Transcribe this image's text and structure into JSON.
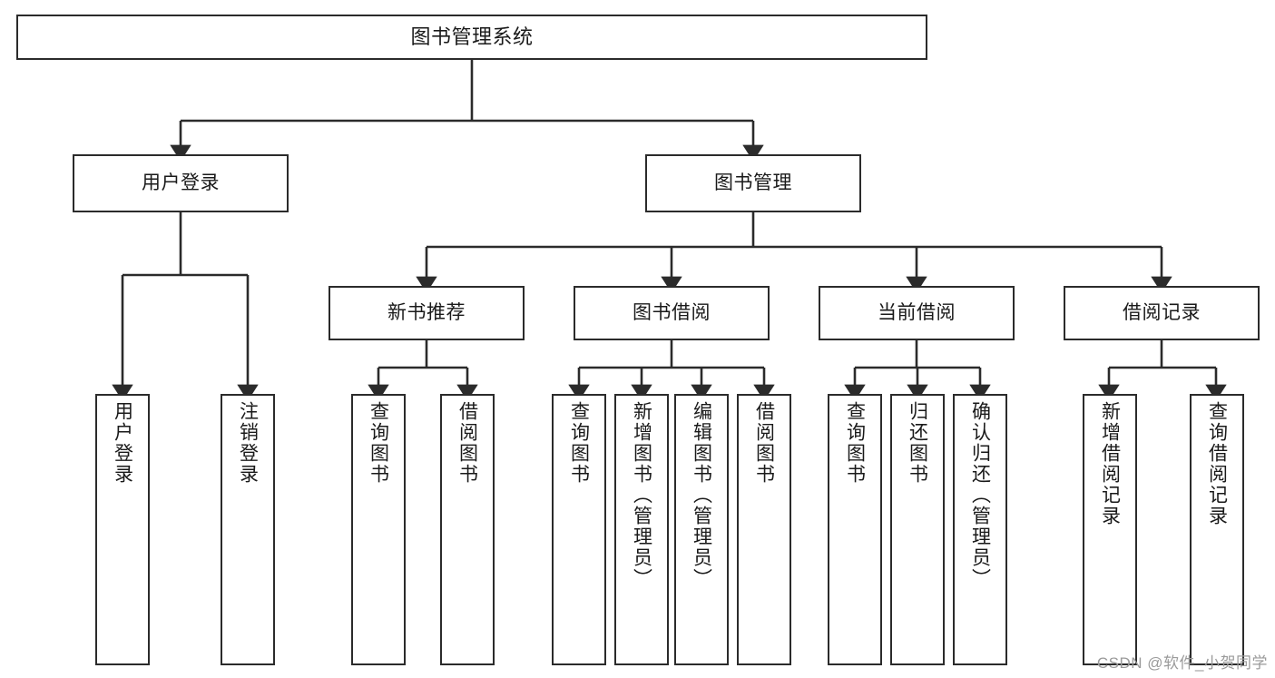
{
  "diagram": {
    "title": "图书管理系统",
    "type": "tree",
    "colors": {
      "stroke": "#2b2b2b",
      "fill": "#ffffff",
      "text": "#1a1a1a",
      "watermark": "#9a9a9a"
    },
    "root": {
      "label": "图书管理系统"
    },
    "level2": [
      {
        "label": "用户登录"
      },
      {
        "label": "图书管理"
      }
    ],
    "level3": [
      {
        "label": "新书推荐"
      },
      {
        "label": "图书借阅"
      },
      {
        "label": "当前借阅"
      },
      {
        "label": "借阅记录"
      }
    ],
    "leaves": {
      "user_login": [
        {
          "label": "用户登录"
        },
        {
          "label": "注销登录"
        }
      ],
      "new_book_recommend": [
        {
          "label": "查询图书"
        },
        {
          "label": "借阅图书"
        }
      ],
      "book_borrow": [
        {
          "label": "查询图书"
        },
        {
          "label": "新增图书（管理员）"
        },
        {
          "label": "编辑图书（管理员）"
        },
        {
          "label": "借阅图书"
        }
      ],
      "current_borrow": [
        {
          "label": "查询图书"
        },
        {
          "label": "归还图书"
        },
        {
          "label": "确认归还（管理员）"
        }
      ],
      "borrow_record": [
        {
          "label": "新增借阅记录"
        },
        {
          "label": "查询借阅记录"
        }
      ]
    },
    "watermark": "CSDN @软件_小贺同学"
  }
}
